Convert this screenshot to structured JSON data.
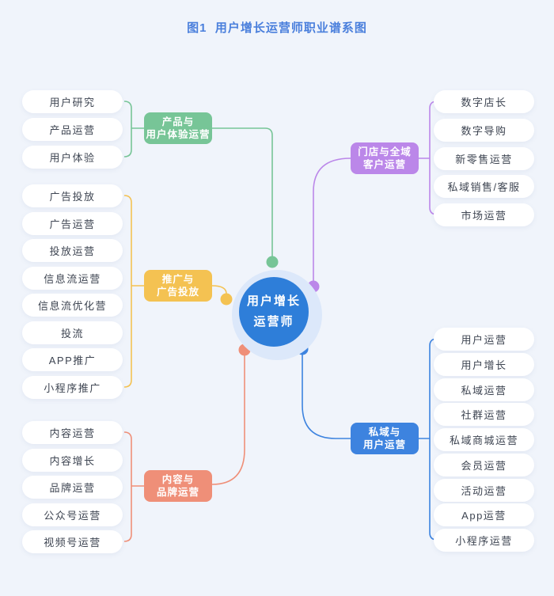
{
  "title": "图1  用户增长运营师职业谱系图",
  "colors": {
    "background": "#f0f4fb",
    "title": "#4a7fdc",
    "center_fill": "#2e7ed9",
    "center_halo": "#dce8fa",
    "leaf_text": "#3e4552",
    "leaf_fill": "#ffffff"
  },
  "center": {
    "line1": "用户增长",
    "line2": "运营师"
  },
  "branches": [
    {
      "name": "product-ux",
      "label_line1": "产品与",
      "label_line2": "用户体验运营",
      "color": "#77c597",
      "leaves": [
        "用户研究",
        "产品运营",
        "用户体验"
      ]
    },
    {
      "name": "promotion-ads",
      "label_line1": "推广与",
      "label_line2": "广告投放",
      "color": "#f4c252",
      "leaves": [
        "广告投放",
        "广告运营",
        "投放运营",
        "信息流运营",
        "信息流优化营",
        "投流",
        "APP推广",
        "小程序推广"
      ]
    },
    {
      "name": "content-brand",
      "label_line1": "内容与",
      "label_line2": "品牌运营",
      "color": "#ef8f78",
      "leaves": [
        "内容运营",
        "内容增长",
        "品牌运营",
        "公众号运营",
        "视频号运营"
      ]
    },
    {
      "name": "store-omni",
      "label_line1": "门店与全域",
      "label_line2": "客户运营",
      "color": "#bb87e9",
      "leaves": [
        "数字店长",
        "数字导购",
        "新零售运营",
        "私域销售/客服",
        "市场运营"
      ]
    },
    {
      "name": "private-user",
      "label_line1": "私域与",
      "label_line2": "用户运营",
      "color": "#3d83df",
      "leaves": [
        "用户运营",
        "用户增长",
        "私域运营",
        "社群运营",
        "私域商城运营",
        "会员运营",
        "活动运营",
        "App运营",
        "小程序运营"
      ]
    }
  ]
}
